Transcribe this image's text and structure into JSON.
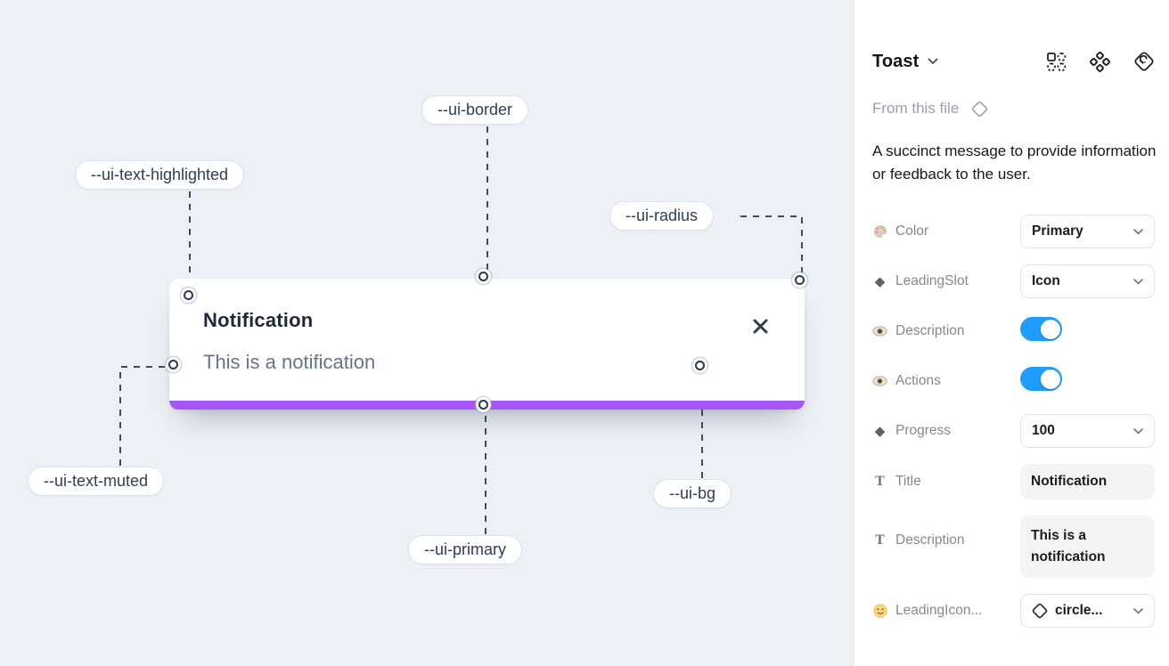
{
  "canvas": {
    "annotations": [
      {
        "label": "--ui-border"
      },
      {
        "label": "--ui-text-highlighted"
      },
      {
        "label": "--ui-radius"
      },
      {
        "label": "--ui-text-muted"
      },
      {
        "label": "--ui-primary"
      },
      {
        "label": "--ui-bg"
      }
    ],
    "toast": {
      "title": "Notification",
      "description": "This is a notification"
    },
    "colors": {
      "canvas_background": "#edf1f6",
      "primary_bar": "#a855f7",
      "title_text": "#1e2a3b",
      "muted_text": "#64748b"
    }
  },
  "panel": {
    "header": {
      "title": "Toast"
    },
    "source_label": "From this file",
    "description": "A succinct message to provide information or feedback to the user.",
    "accent_toggle_color": "#1f9dff",
    "properties": [
      {
        "icon": "palette",
        "label": "Color",
        "control": "dropdown",
        "value": "Primary"
      },
      {
        "icon": "diamond",
        "label": "LeadingSlot",
        "control": "dropdown",
        "value": "Icon"
      },
      {
        "icon": "eye",
        "label": "Description",
        "control": "toggle",
        "value": "on"
      },
      {
        "icon": "eye",
        "label": "Actions",
        "control": "toggle",
        "value": "on"
      },
      {
        "icon": "diamond",
        "label": "Progress",
        "control": "dropdown",
        "value": "100"
      },
      {
        "icon": "text",
        "label": "Title",
        "control": "textfield",
        "value": "Notification"
      },
      {
        "icon": "text",
        "label": "Description",
        "control": "textfield",
        "value": "This is a notification"
      },
      {
        "icon": "smiley",
        "label": "LeadingIcon...",
        "control": "icon-dropdown",
        "value": "circle..."
      }
    ]
  }
}
